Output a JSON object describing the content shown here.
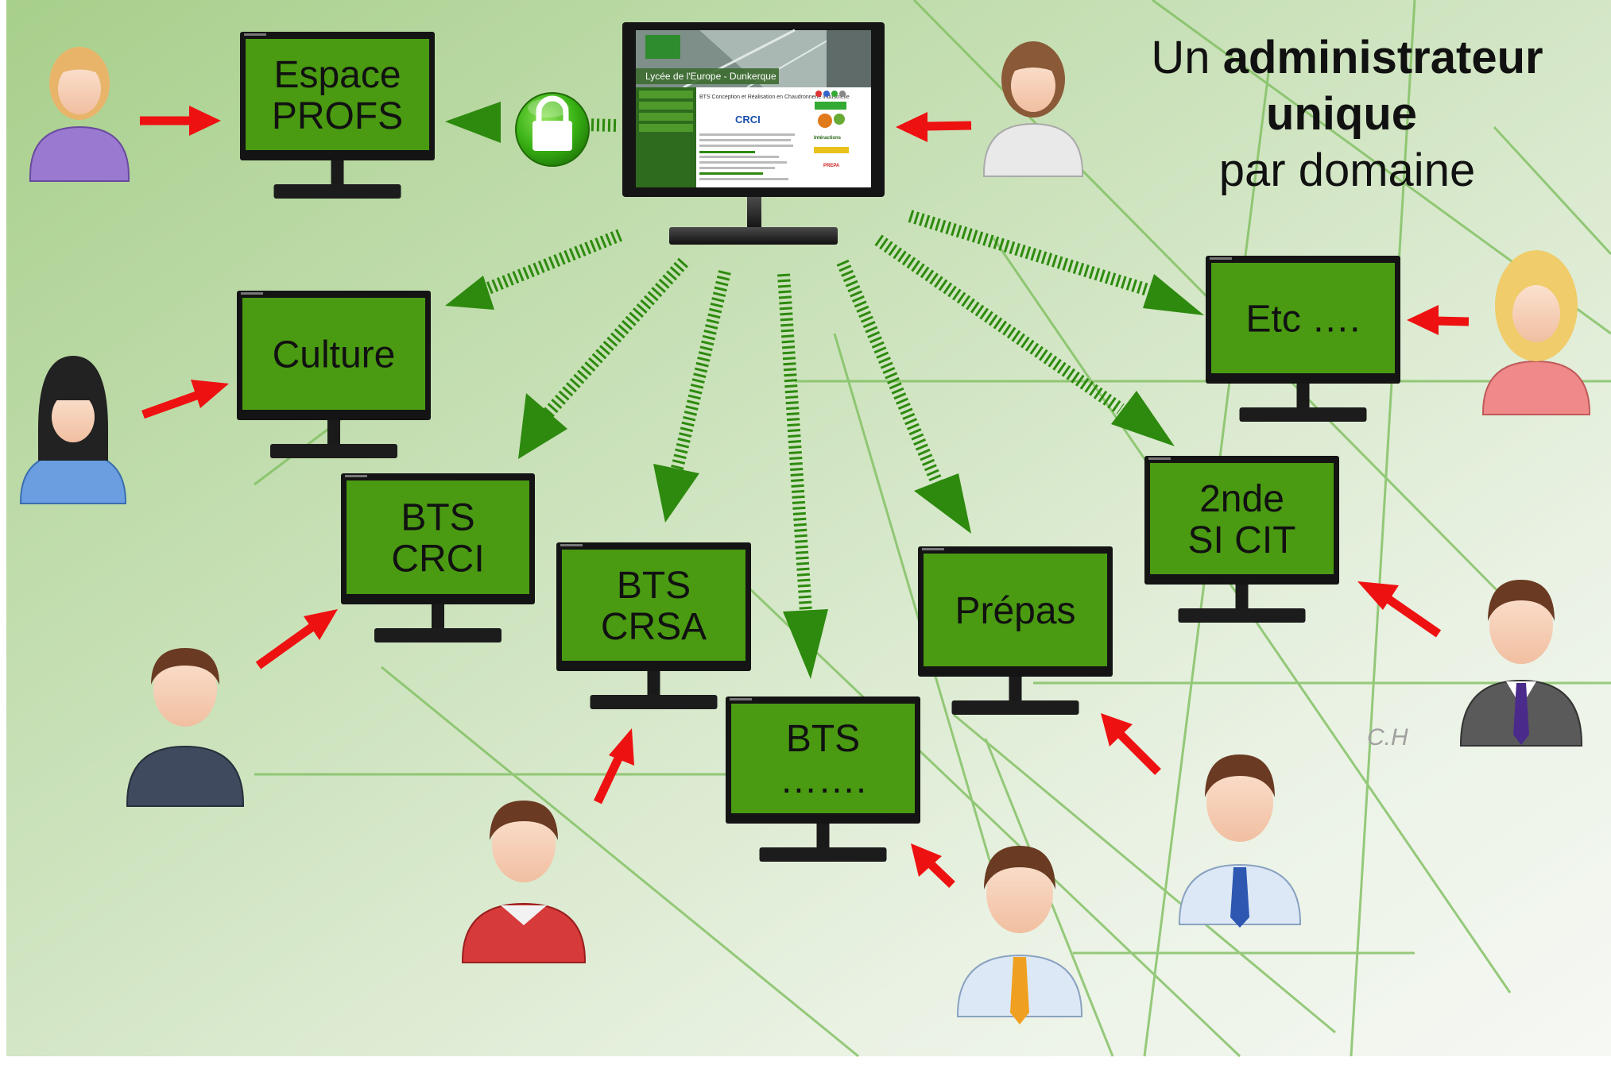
{
  "title": {
    "line1_prefix": "Un ",
    "line1_bold": "administrateur",
    "line2_bold": "unique",
    "line3": "par domaine"
  },
  "signature": "C.H",
  "central_site": {
    "brand_banner": "Lycée de l'Europe - Dunkerque",
    "page_heading": "BTS Conception et Réalisation en Chaudronnerie industrielle",
    "page_logo": "CRCI",
    "side_labels": [
      "Intéractions",
      "PREPA"
    ]
  },
  "monitors": [
    {
      "id": "espace-profs",
      "lines": [
        "Espace",
        "PROFS"
      ]
    },
    {
      "id": "culture",
      "lines": [
        "Culture"
      ]
    },
    {
      "id": "bts-crci",
      "lines": [
        "BTS",
        "CRCI"
      ]
    },
    {
      "id": "bts-crsa",
      "lines": [
        "BTS",
        "CRSA"
      ]
    },
    {
      "id": "bts-other",
      "lines": [
        "BTS",
        "……."
      ]
    },
    {
      "id": "prepas",
      "lines": [
        "Prépas"
      ]
    },
    {
      "id": "2nde-si-cit",
      "lines": [
        "2nde",
        "SI CIT"
      ]
    },
    {
      "id": "etc",
      "lines": [
        "Etc …."
      ]
    }
  ],
  "colors": {
    "screen_green": "#4a9a12",
    "arrow_green": "#2d8a0e",
    "arrow_red": "#ee1111",
    "lock_green": "#39b214"
  }
}
